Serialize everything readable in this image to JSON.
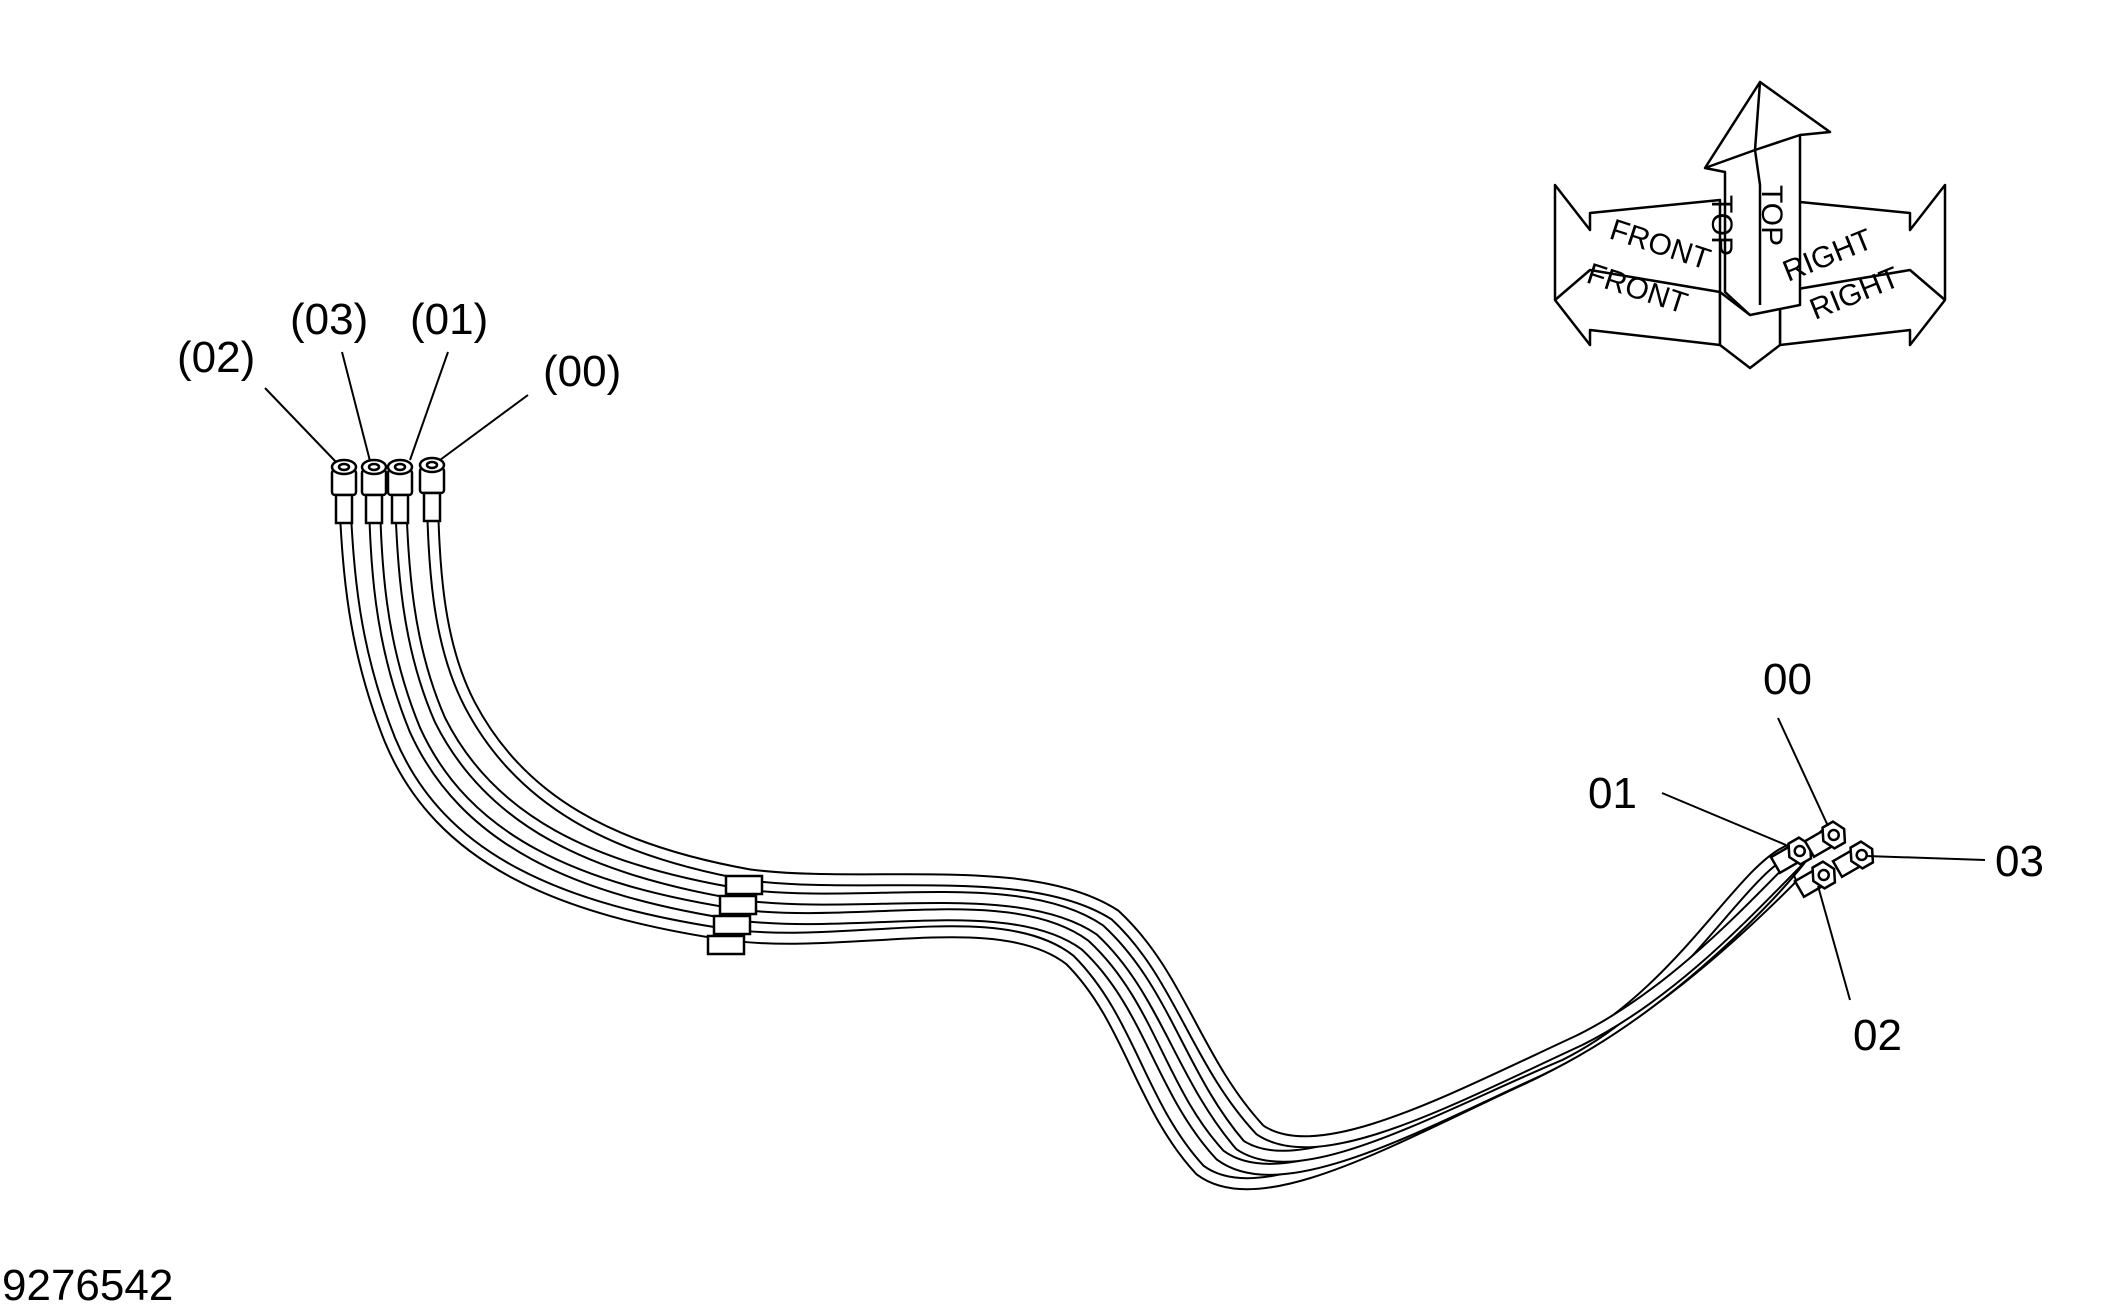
{
  "orientation": {
    "front": "FRONT",
    "top": "TOP",
    "right": "RIGHT"
  },
  "left_callouts": {
    "c02": "(02)",
    "c03": "(03)",
    "c01": "(01)",
    "c00": "(00)"
  },
  "right_callouts": {
    "c00": "00",
    "c01": "01",
    "c03": "03",
    "c02": "02"
  },
  "drawing_number": "9276542"
}
